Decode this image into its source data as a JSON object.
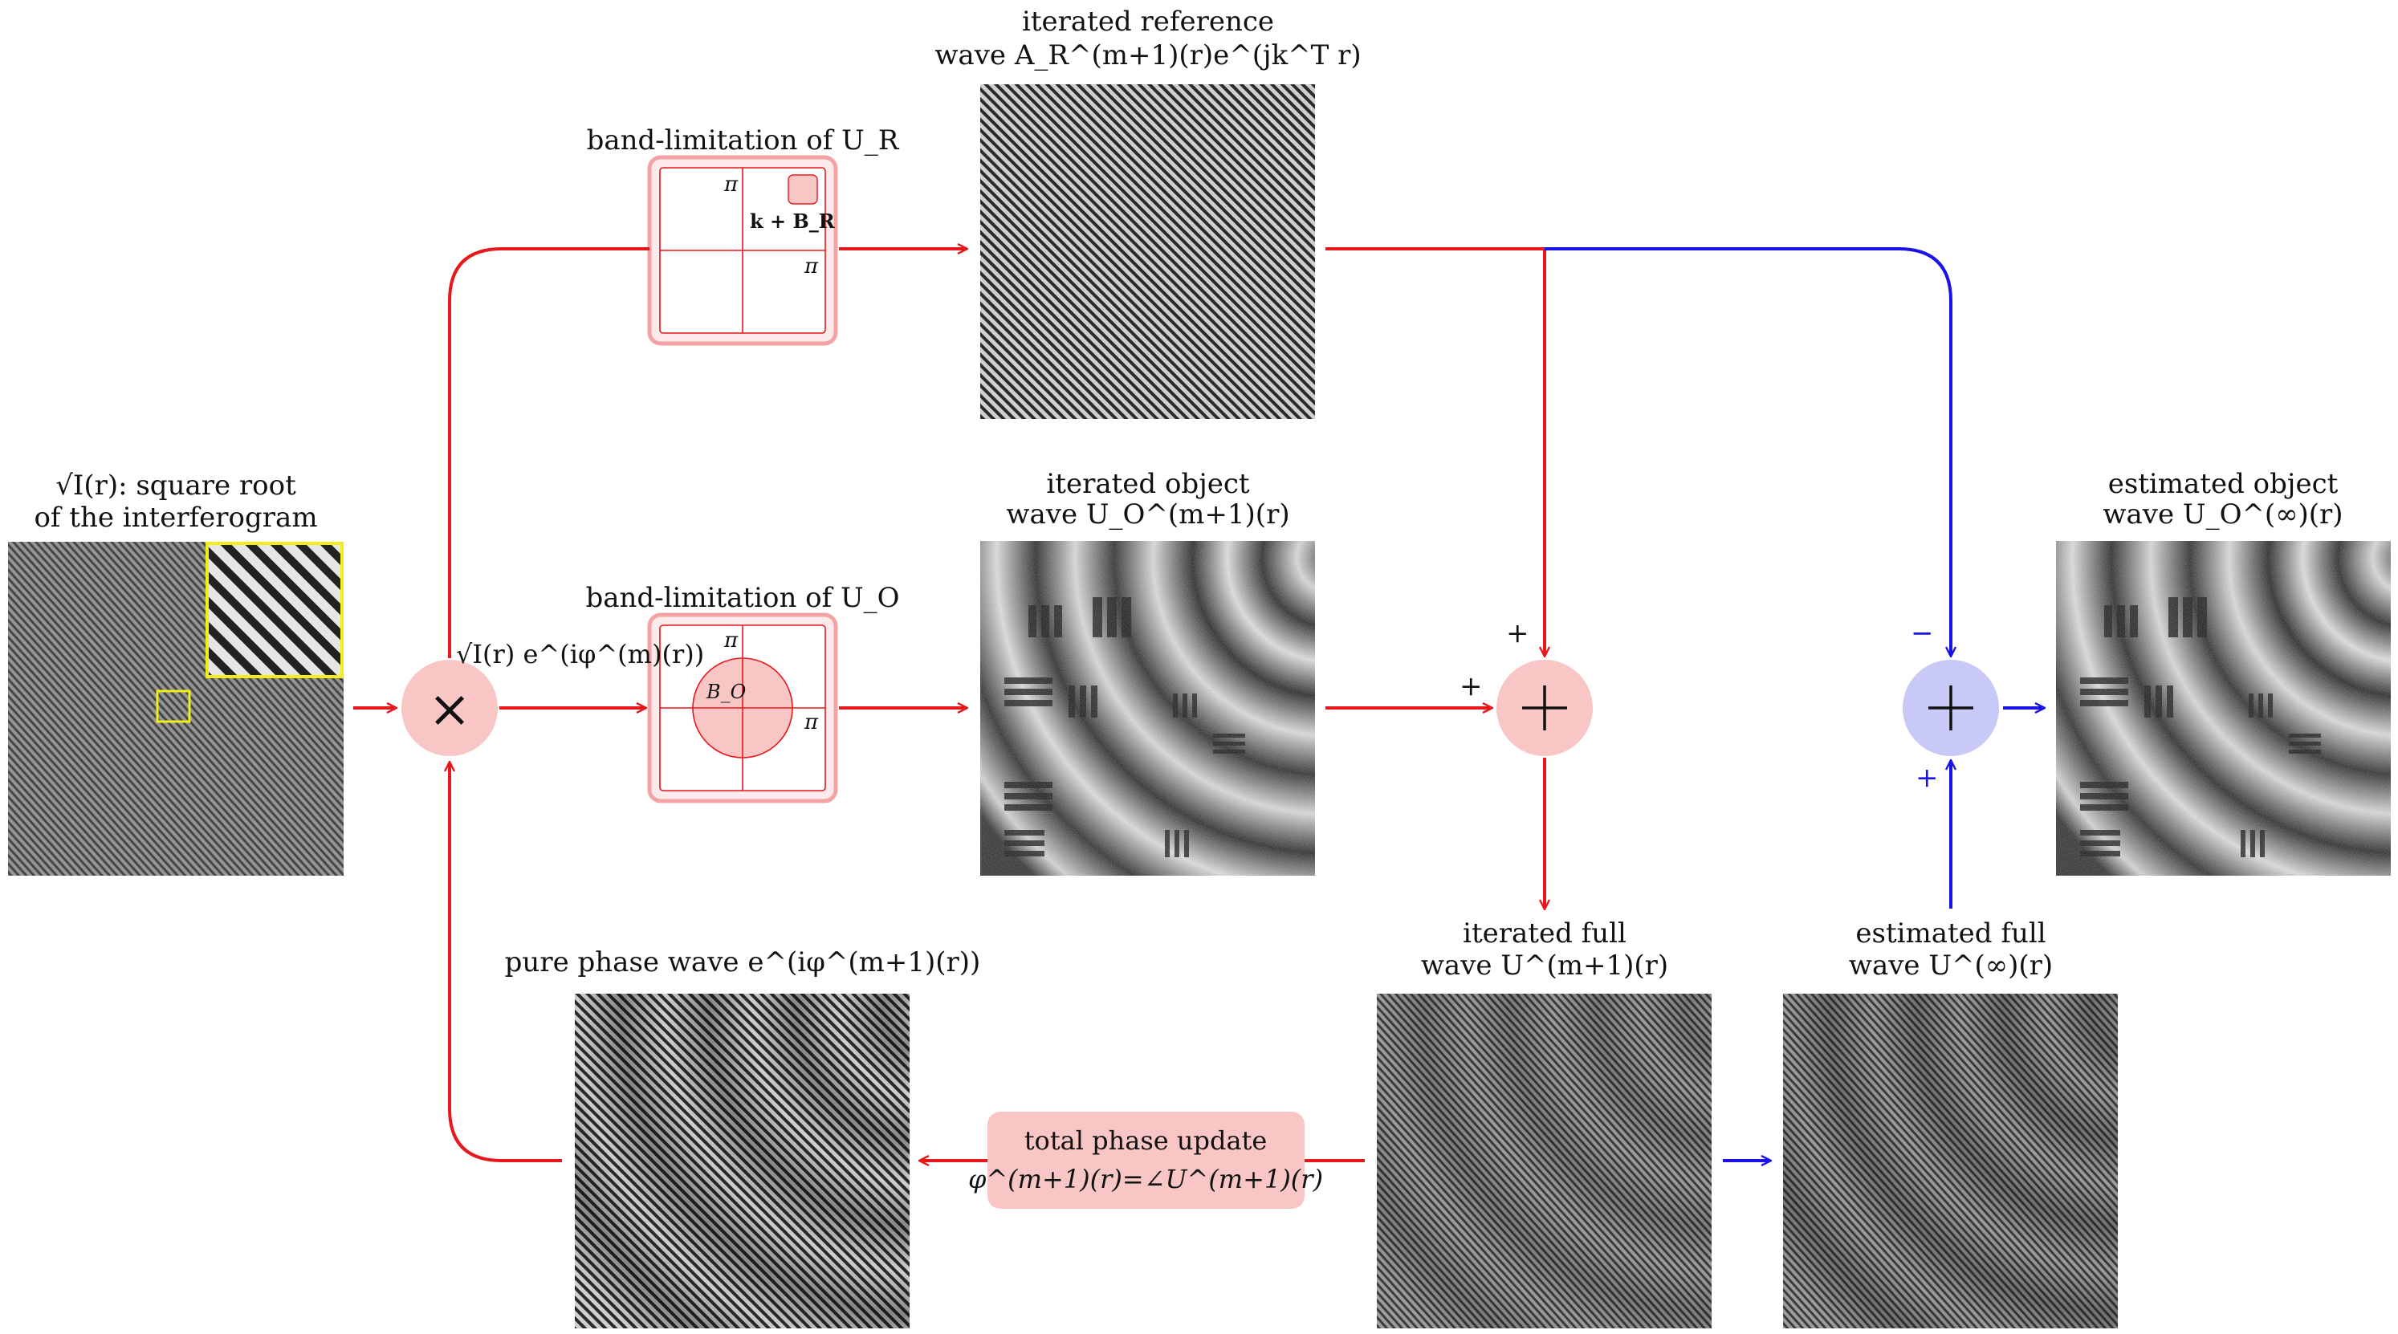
{
  "labels": {
    "input_1": "√I(r): square root",
    "input_2": "of the interferogram",
    "bandR_title": "band-limitation of U_R",
    "bandO_title": "band-limitation of U_O",
    "ref_1": "iterated reference",
    "ref_2": "wave A_R^(m+1)(r)e^(jk^T r)",
    "obj_1": "iterated object",
    "obj_2": "wave U_O^(m+1)(r)",
    "est_obj_1": "estimated object",
    "est_obj_2": "wave U_O^(∞)(r)",
    "full_1": "iterated full",
    "full_2": "wave U^(m+1)(r)",
    "est_full_1": "estimated full",
    "est_full_2": "wave U^(∞)(r)",
    "pure_phase": "pure phase wave e^(iφ^(m+1)(r))",
    "multiply_out": "√I(r) e^(iφ^(m)(r))",
    "update_1": "total phase update",
    "update_2": "φ^(m+1)(r)=∠U^(m+1)(r)"
  },
  "symbols": {
    "pi": "π",
    "kB_R": "k + B_R",
    "B_O": "B_O",
    "times": "×",
    "plus": "+",
    "minus": "−"
  },
  "colors": {
    "red_path": "#e8171c",
    "blue_path": "#1a12e6",
    "pink_fill": "#f9c6c6",
    "pink_border": "#f3a3a3",
    "blue_fill": "#c9c9f7",
    "zoom_box": "#f2ee1a"
  }
}
